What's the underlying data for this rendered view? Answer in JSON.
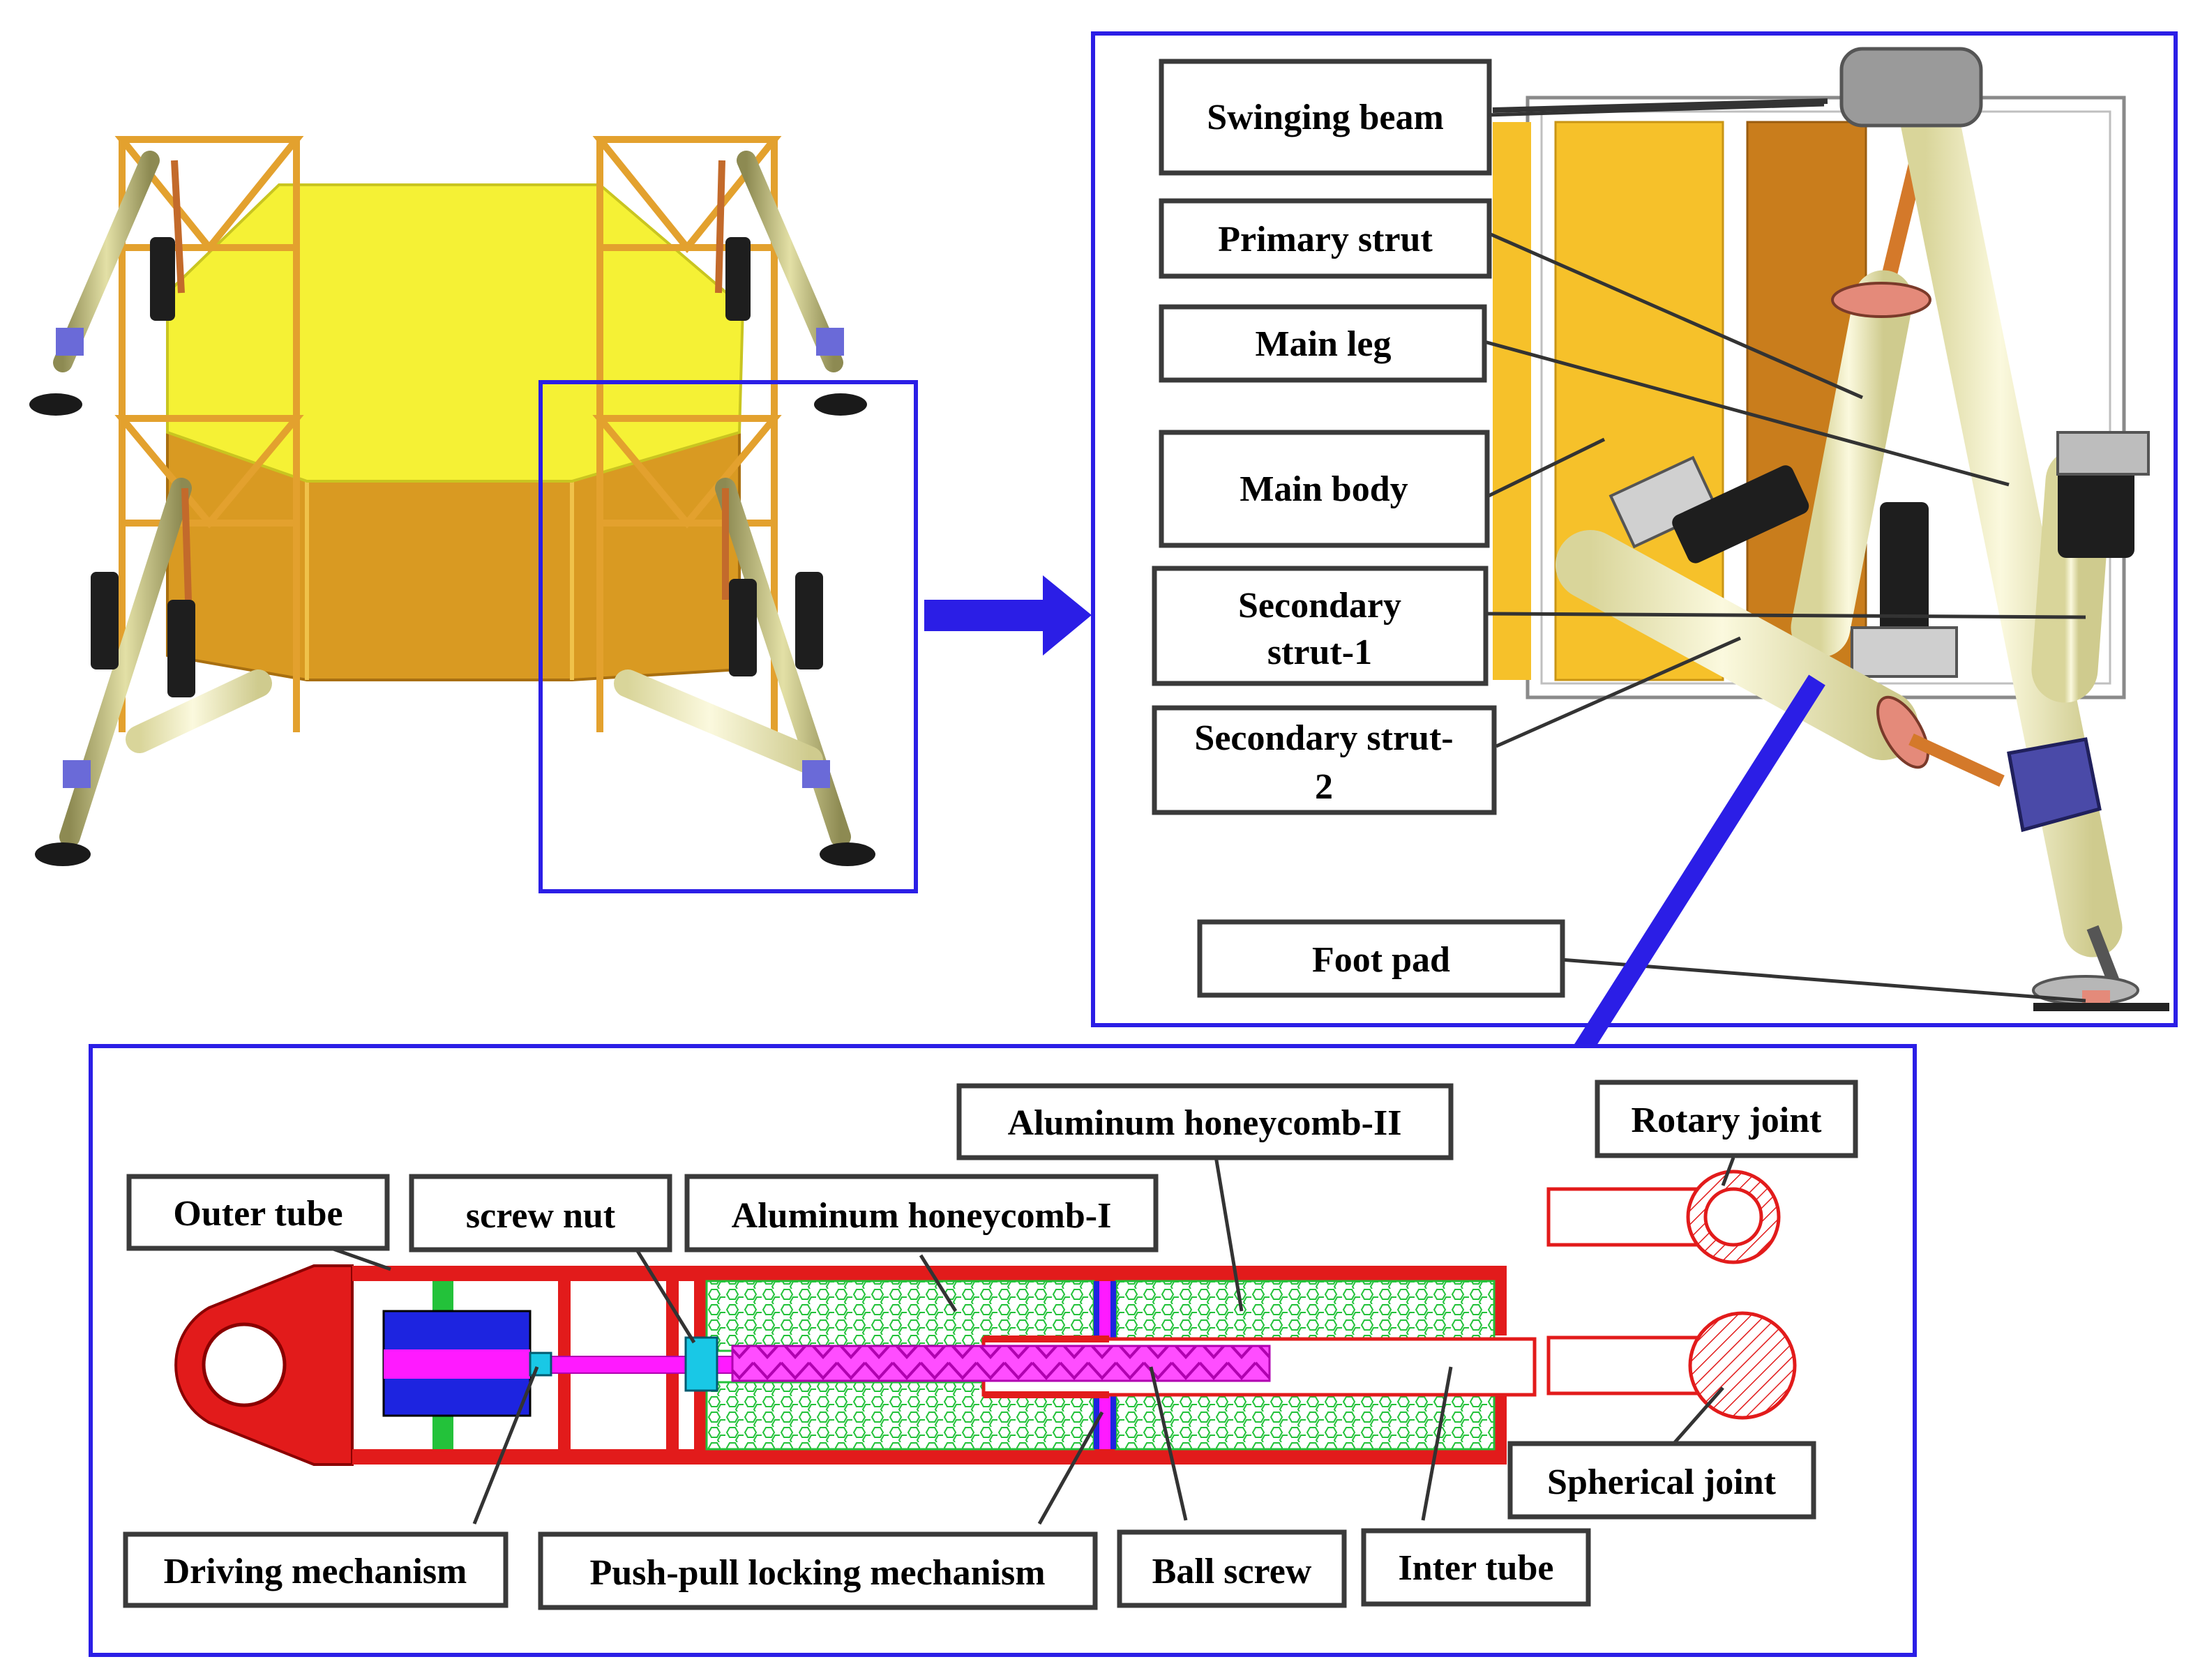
{
  "labels": {
    "swinging_beam": "Swinging beam",
    "primary_strut": "Primary strut",
    "main_leg": "Main leg",
    "main_body": "Main body",
    "secondary_strut_1_line1": "Secondary",
    "secondary_strut_1_line2": "strut-1",
    "secondary_strut_2_line1": "Secondary strut-",
    "secondary_strut_2_line2": "2",
    "foot_pad": "Foot pad",
    "aluminum_honeycomb_2": "Aluminum honeycomb-II",
    "rotary_joint": "Rotary joint",
    "outer_tube": "Outer tube",
    "screw_nut": "screw nut",
    "aluminum_honeycomb_1": "Aluminum honeycomb-I",
    "spherical_joint": "Spherical joint",
    "driving_mechanism": "Driving mechanism",
    "push_pull_locking": "Push-pull locking mechanism",
    "ball_screw": "Ball screw",
    "inter_tube": "Inter tube"
  },
  "colors": {
    "frame_blue": "#2b1ee6",
    "body_yellow": "#f5f135",
    "body_orange": "#d99a22",
    "panel_yellow": "#f6c12a",
    "panel_orange": "#c97d1c",
    "strut_cream": "#f1eebf",
    "leg_olive": "#b8b57c",
    "tube_red": "#e21b1b",
    "honeycomb_green": "#23c23a",
    "screw_magenta": "#ff1aff",
    "motor_blue": "#1d24e0",
    "nut_cyan": "#19c8e6",
    "label_border": "#3a3a3a"
  }
}
